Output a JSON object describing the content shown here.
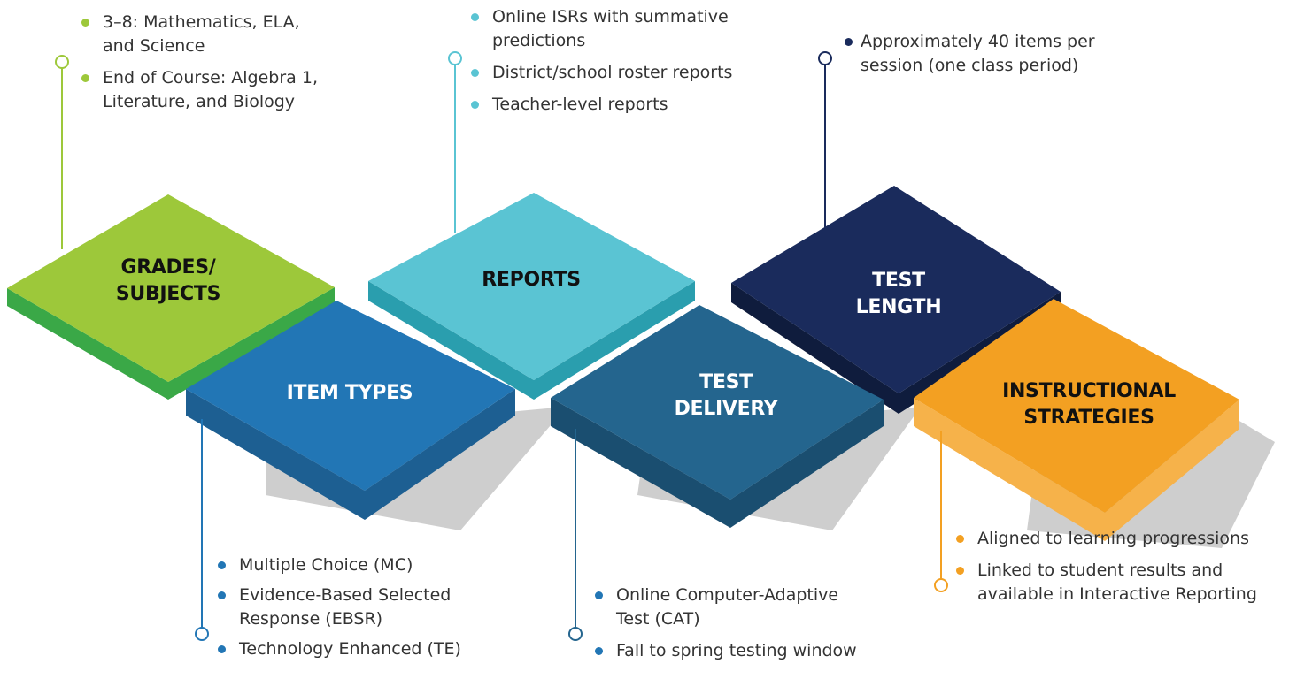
{
  "colors": {
    "green": "#9dc83a",
    "teal": "#5ac4d3",
    "blue": "#2276b5",
    "steel": "#24658e",
    "navy": "#1a2b5c",
    "orange": "#f3a022"
  },
  "pieces": [
    {
      "id": "grades",
      "lines": [
        "GRADES/",
        "SUBJECTS"
      ]
    },
    {
      "id": "reports",
      "lines": [
        "REPORTS"
      ]
    },
    {
      "id": "testlength",
      "lines": [
        "TEST",
        "LENGTH"
      ]
    },
    {
      "id": "itemtypes",
      "lines": [
        "ITEM TYPES"
      ]
    },
    {
      "id": "delivery",
      "lines": [
        "TEST",
        "DELIVERY"
      ]
    },
    {
      "id": "instructional",
      "lines": [
        "INSTRUCTIONAL",
        "STRATEGIES"
      ]
    }
  ],
  "bullets": {
    "grades": [
      [
        "3–8: Mathematics, ELA,",
        "and Science"
      ],
      [
        "End of Course: Algebra 1,",
        "Literature, and Biology"
      ]
    ],
    "reports": [
      [
        "Online ISRs with summative",
        "predictions"
      ],
      [
        "District/school roster reports"
      ],
      [
        "Teacher-level reports"
      ]
    ],
    "testlength": [
      [
        "Approximately 40 items per",
        "session (one class period)"
      ]
    ],
    "itemtypes": [
      [
        "Multiple Choice (MC)"
      ],
      [
        "Evidence-Based Selected",
        "Response (EBSR)"
      ],
      [
        "Technology Enhanced (TE)"
      ]
    ],
    "delivery": [
      [
        "Online Computer-Adaptive",
        "Test (CAT)"
      ],
      [
        "Fall to spring testing window"
      ]
    ],
    "instructional": [
      [
        "Aligned to learning progressions"
      ],
      [
        "Linked to student results and",
        "available in Interactive Reporting"
      ]
    ]
  }
}
